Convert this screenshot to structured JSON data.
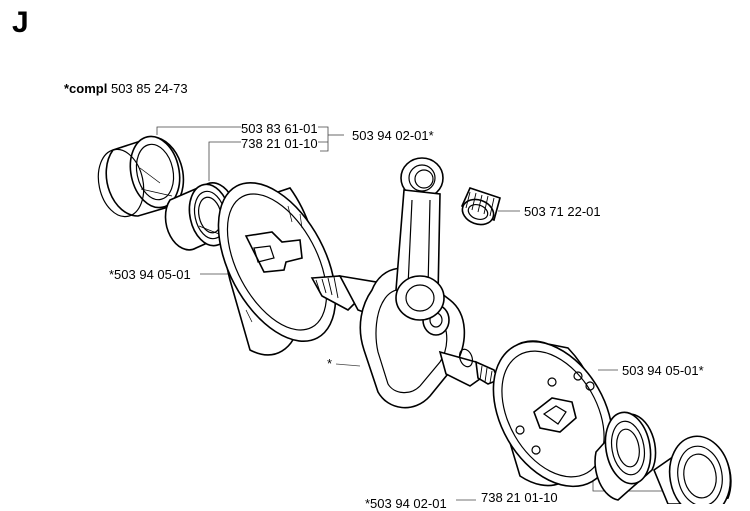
{
  "section_letter": "J",
  "kit": {
    "prefix": "*compl",
    "part_number": "503 85 24-73"
  },
  "labels": {
    "bearing_outer_top": "503 83 61-01",
    "bearing_inner_top": "738 21 01-10",
    "bearing_kit_top": "503 94 02-01*",
    "needle_bearing": "503 71 22-01",
    "crankcase_half_left": "*503 94 05-01",
    "crankcase_half_right": "503 94 05-01*",
    "crankshaft": "*",
    "bearing_kit_bottom": "*503 94 02-01",
    "bearing_inner_bottom": "738 21 01-10"
  }
}
